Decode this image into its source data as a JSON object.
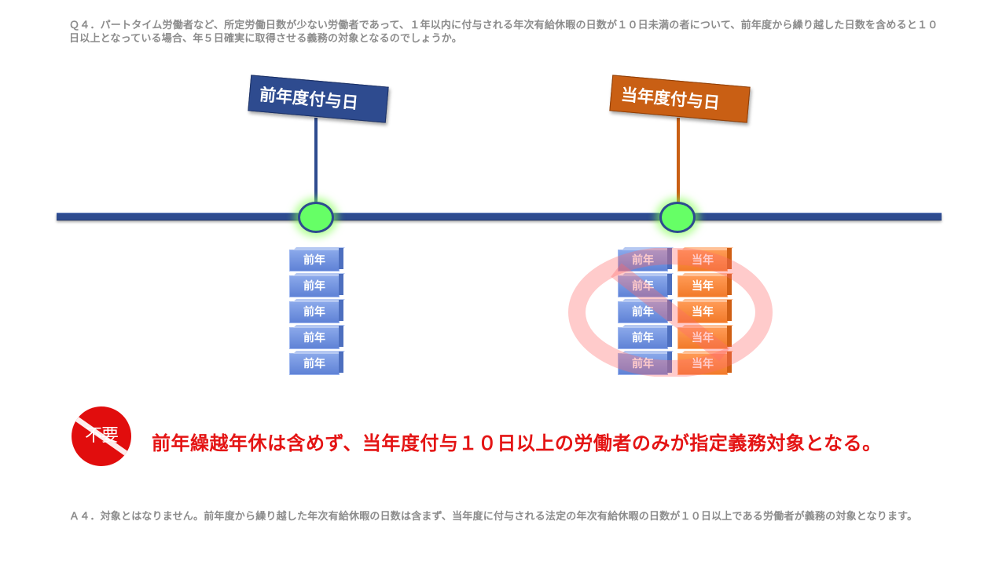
{
  "question": "Ｑ４．パートタイム労働者など、所定労働日数が少ない労働者であって、１年以内に付与される年次有給休暇の日数が１０日未満の者について、前年度から繰り越した日数を含めると１０日以上となっている場合、年５日確実に取得させる義務の対象となるのでしょうか。",
  "flags": {
    "previous": "前年度付与日",
    "current": "当年度付与日"
  },
  "blocks": {
    "previous_label": "前年",
    "current_label": "当年"
  },
  "seal_text": "不要",
  "conclusion": "前年繰越年休は含めず、当年度付与１０日以上の労働者のみが指定義務対象となる。",
  "answer": "Ａ４．対象とはなりません。前年度から繰り越した年次有給休暇の日数は含まず、当年度に付与される法定の年次有給休暇の日数が１０日以上である労働者が義務の対象となります。",
  "colors": {
    "timeline_blue": "#2e4b8f",
    "current_orange": "#c95f14",
    "marker_green": "#66ff66",
    "prohibit_red": "#ff6b6b",
    "conclusion_red": "#e41414"
  }
}
